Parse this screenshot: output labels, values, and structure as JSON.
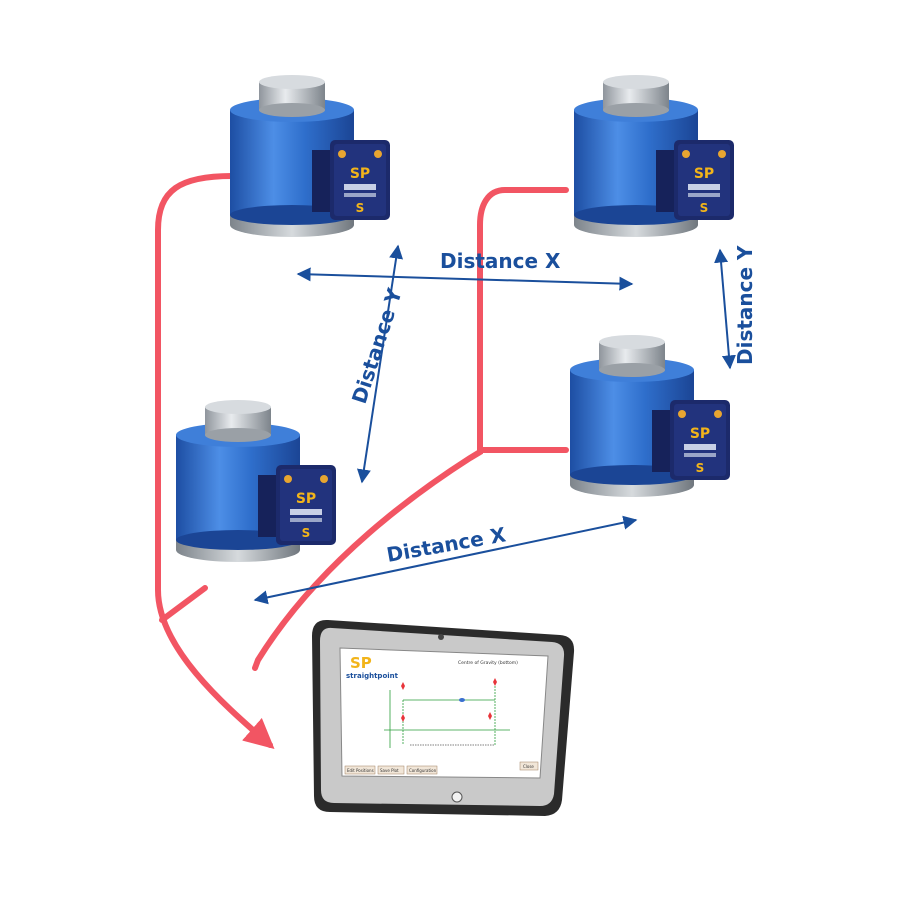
{
  "diagram": {
    "labels": {
      "distance_x_top": "Distance X",
      "distance_x_bottom": "Distance X",
      "distance_y_left": "Distance Y",
      "distance_y_right": "Distance Y"
    },
    "colors": {
      "cable": "#f25563",
      "arrow": "#1a4f9c",
      "load_cell_body": "#2f6fcc",
      "load_cell_dark": "#1d4ea3",
      "module": "#1c2a6b",
      "tablet_frame": "#2b2b2b"
    },
    "load_cells": [
      {
        "id": "top-left",
        "module_brand": "SP"
      },
      {
        "id": "top-right",
        "module_brand": "SP"
      },
      {
        "id": "bottom-left",
        "module_brand": "SP"
      },
      {
        "id": "bottom-right",
        "module_brand": "SP"
      }
    ],
    "tablet": {
      "brand": "straightpoint",
      "logo_letters": "SP",
      "screen_title": "Centre of Gravity (bottom)",
      "buttons": [
        "Edit Positions",
        "Save Plot",
        "Configuration",
        "Close"
      ]
    }
  }
}
